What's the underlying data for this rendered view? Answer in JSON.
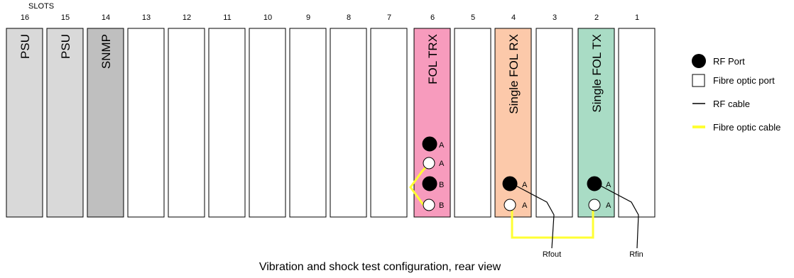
{
  "header": {
    "slots_label": "SLOTS"
  },
  "slots": [
    {
      "number": "16",
      "label": "PSU",
      "color": "#d9d9d9"
    },
    {
      "number": "15",
      "label": "PSU",
      "color": "#d9d9d9"
    },
    {
      "number": "14",
      "label": "SNMP",
      "color": "#bfbfbf"
    },
    {
      "number": "13",
      "label": "",
      "color": "#ffffff"
    },
    {
      "number": "12",
      "label": "",
      "color": "#ffffff"
    },
    {
      "number": "11",
      "label": "",
      "color": "#ffffff"
    },
    {
      "number": "10",
      "label": "",
      "color": "#ffffff"
    },
    {
      "number": "9",
      "label": "",
      "color": "#ffffff"
    },
    {
      "number": "8",
      "label": "",
      "color": "#ffffff"
    },
    {
      "number": "7",
      "label": "",
      "color": "#ffffff"
    },
    {
      "number": "6",
      "label": "FOL TRX",
      "color": "#f79bbd"
    },
    {
      "number": "5",
      "label": "",
      "color": "#ffffff"
    },
    {
      "number": "4",
      "label": "Single FOL RX",
      "color": "#fcc9aa"
    },
    {
      "number": "3",
      "label": "",
      "color": "#ffffff"
    },
    {
      "number": "2",
      "label": "Single FOL TX",
      "color": "#a9dcc5"
    },
    {
      "number": "1",
      "label": "",
      "color": "#ffffff"
    }
  ],
  "ports": [
    {
      "slot": "6",
      "type": "rf",
      "label": "A"
    },
    {
      "slot": "6",
      "type": "fibre",
      "label": "A"
    },
    {
      "slot": "6",
      "type": "rf",
      "label": "B"
    },
    {
      "slot": "6",
      "type": "fibre",
      "label": "B"
    },
    {
      "slot": "4",
      "type": "rf",
      "label": "A"
    },
    {
      "slot": "4",
      "type": "fibre",
      "label": "A"
    },
    {
      "slot": "2",
      "type": "rf",
      "label": "A"
    },
    {
      "slot": "2",
      "type": "fibre",
      "label": "A"
    }
  ],
  "cables": {
    "rfout_label": "Rfout",
    "rfin_label": "Rfin"
  },
  "legend": {
    "rf_port": "RF Port",
    "fibre_port": "Fibre optic port",
    "rf_cable": "RF cable",
    "fibre_cable": "Fibre optic cable"
  },
  "colors": {
    "fibre_cable": "#ffff33",
    "rf_cable": "#000000"
  },
  "caption": "Vibration and shock test configuration, rear view"
}
